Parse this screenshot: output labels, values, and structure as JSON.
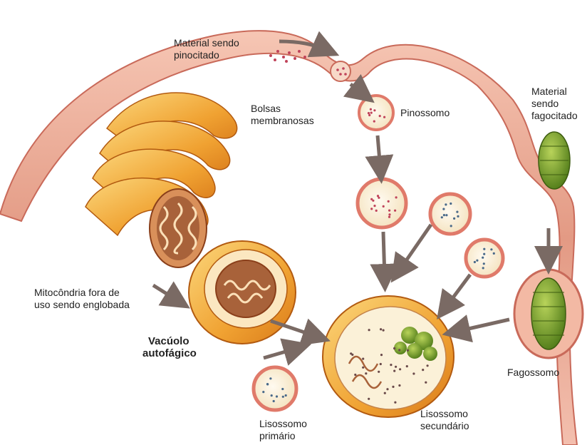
{
  "labels": {
    "material_pinocitado": [
      "Material sendo",
      "pinocitado"
    ],
    "bolsas": [
      "Bolsas",
      "membranosas"
    ],
    "pinossomo": "Pinossomo",
    "material_fagocitado": [
      "Material",
      "sendo",
      "fagocitado"
    ],
    "mitocondria": [
      "Mitocôndria fora de",
      "uso sendo englobada"
    ],
    "vacuolo": [
      "Vacúolo",
      "autofágico"
    ],
    "fagossomo": "Fagossomo",
    "lisossomo_primario": [
      "Lisossomo",
      "primário"
    ],
    "lisossomo_secundario": [
      "Lisossomo",
      "secundário"
    ]
  },
  "colors": {
    "membrane": "#e8a08a",
    "membrane_dark": "#c96a5a",
    "golgi": "#f2a93a",
    "golgi_light": "#f9d27a",
    "vesicle_fill": "#fbf1d8",
    "vesicle_rim": "#e07a6a",
    "arrow": "#7a6a64",
    "material_green": "#7fa62c"
  },
  "icons": [
    "arrow-icon"
  ]
}
